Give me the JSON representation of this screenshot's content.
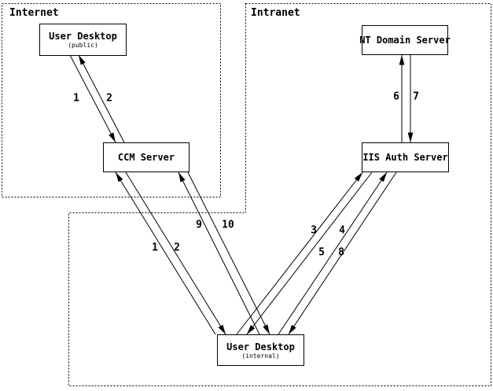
{
  "regions": {
    "internet": {
      "label": "Internet"
    },
    "intranet": {
      "label": "Intranet"
    }
  },
  "nodes": {
    "user_desktop_public": {
      "title": "User Desktop",
      "subtitle": "(public)"
    },
    "ccm_server": {
      "title": "CCM Server"
    },
    "nt_domain_server": {
      "title": "NT Domain Server"
    },
    "iis_auth_server": {
      "title": "IIS Auth Server"
    },
    "user_desktop_internal": {
      "title": "User Desktop",
      "subtitle": "(internal)"
    }
  },
  "flow_labels": [
    {
      "id": "1-public",
      "text": "1"
    },
    {
      "id": "2-public",
      "text": "2"
    },
    {
      "id": "6",
      "text": "6"
    },
    {
      "id": "7",
      "text": "7"
    },
    {
      "id": "9",
      "text": "9"
    },
    {
      "id": "10",
      "text": "10"
    },
    {
      "id": "1-internal",
      "text": "1"
    },
    {
      "id": "2-internal",
      "text": "2"
    },
    {
      "id": "3",
      "text": "3"
    },
    {
      "id": "4",
      "text": "4"
    },
    {
      "id": "5",
      "text": "5"
    },
    {
      "id": "8",
      "text": "8"
    }
  ],
  "colors": {
    "line": "#000000",
    "background": "#ffffff"
  }
}
